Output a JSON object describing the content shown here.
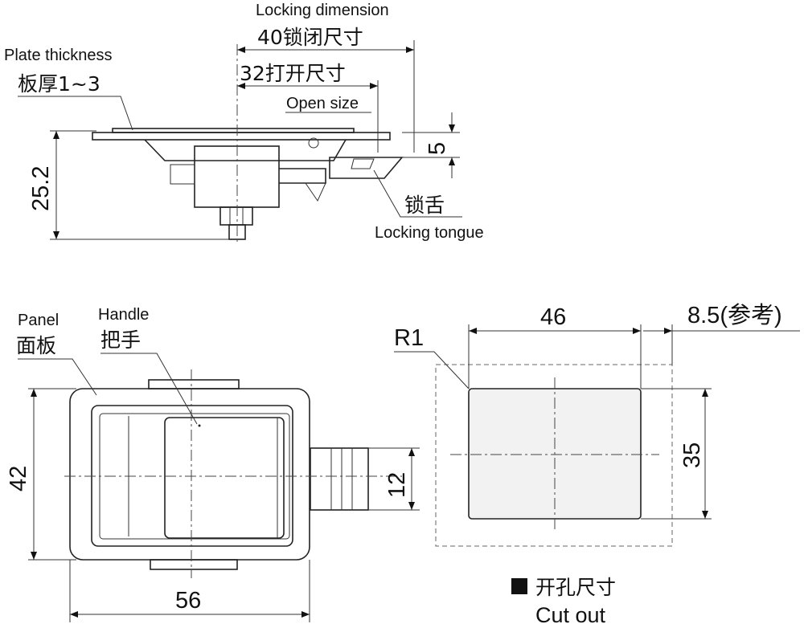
{
  "top_view": {
    "locking_dimension_en": "Locking dimension",
    "locking_dimension_cn": "40锁闭尺寸",
    "open_size_cn": "32打开尺寸",
    "open_size_en": "Open size",
    "plate_thickness_en": "Plate thickness",
    "plate_thickness_cn": "板厚1~3",
    "height_dim": "25.2",
    "tongue_dim": "5",
    "locking_tongue_cn": "锁舌",
    "locking_tongue_en": "Locking tongue"
  },
  "front_view": {
    "panel_en": "Panel",
    "panel_cn": "面板",
    "handle_en": "Handle",
    "handle_cn": "把手",
    "height_dim": "42",
    "width_dim": "56",
    "tongue_width_dim": "12"
  },
  "cutout_view": {
    "radius": "R1",
    "width_dim": "46",
    "ref_dim": "8.5(参考)",
    "height_dim": "35",
    "legend_cn": "开孔尺寸",
    "legend_en": "Cut out"
  },
  "colors": {
    "line": "#222222",
    "legend_square": "#111111"
  }
}
